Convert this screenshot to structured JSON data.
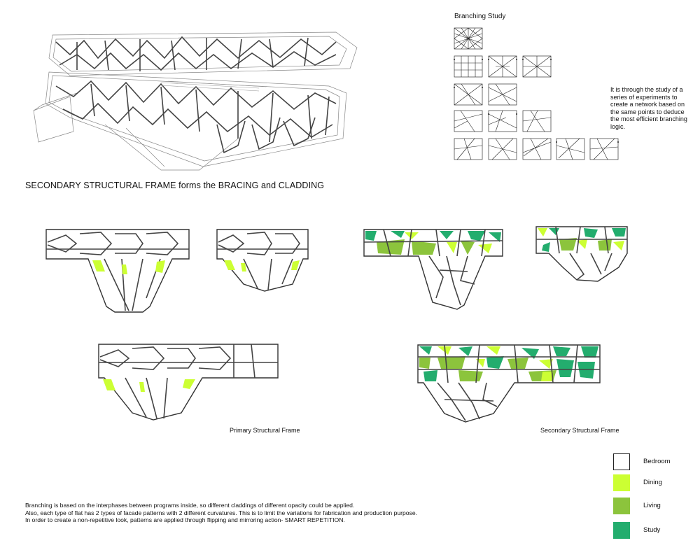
{
  "heading": "SECONDARY STRUCTURAL FRAME forms the BRACING and CLADDING",
  "branching_study": {
    "title": "Branching Study",
    "note": "It is through the study of a series of experiments to create a network based on the same points to deduce the most efficient branching logic."
  },
  "captions": {
    "primary": "Primary Structural Frame",
    "secondary": "Secondary Structural Frame"
  },
  "description": [
    "Branching is based on the interphases between programs inside, so different claddings of different opacity could be applied.",
    "Also, each type of flat has 2 types of facade patterns with 2 different curvatures. This is to limit the variations for fabrication and production purpose.",
    "In order to create a non-repetitive look, patterns are applied through flipping and mirroring action- SMART REPETITION."
  ],
  "legend": [
    {
      "label": "Bedroom",
      "color": "#ffffff"
    },
    {
      "label": "Dining",
      "color": "#ccff33"
    },
    {
      "label": "Living",
      "color": "#8cc43c"
    },
    {
      "label": "Study",
      "color": "#23ad6e"
    }
  ]
}
